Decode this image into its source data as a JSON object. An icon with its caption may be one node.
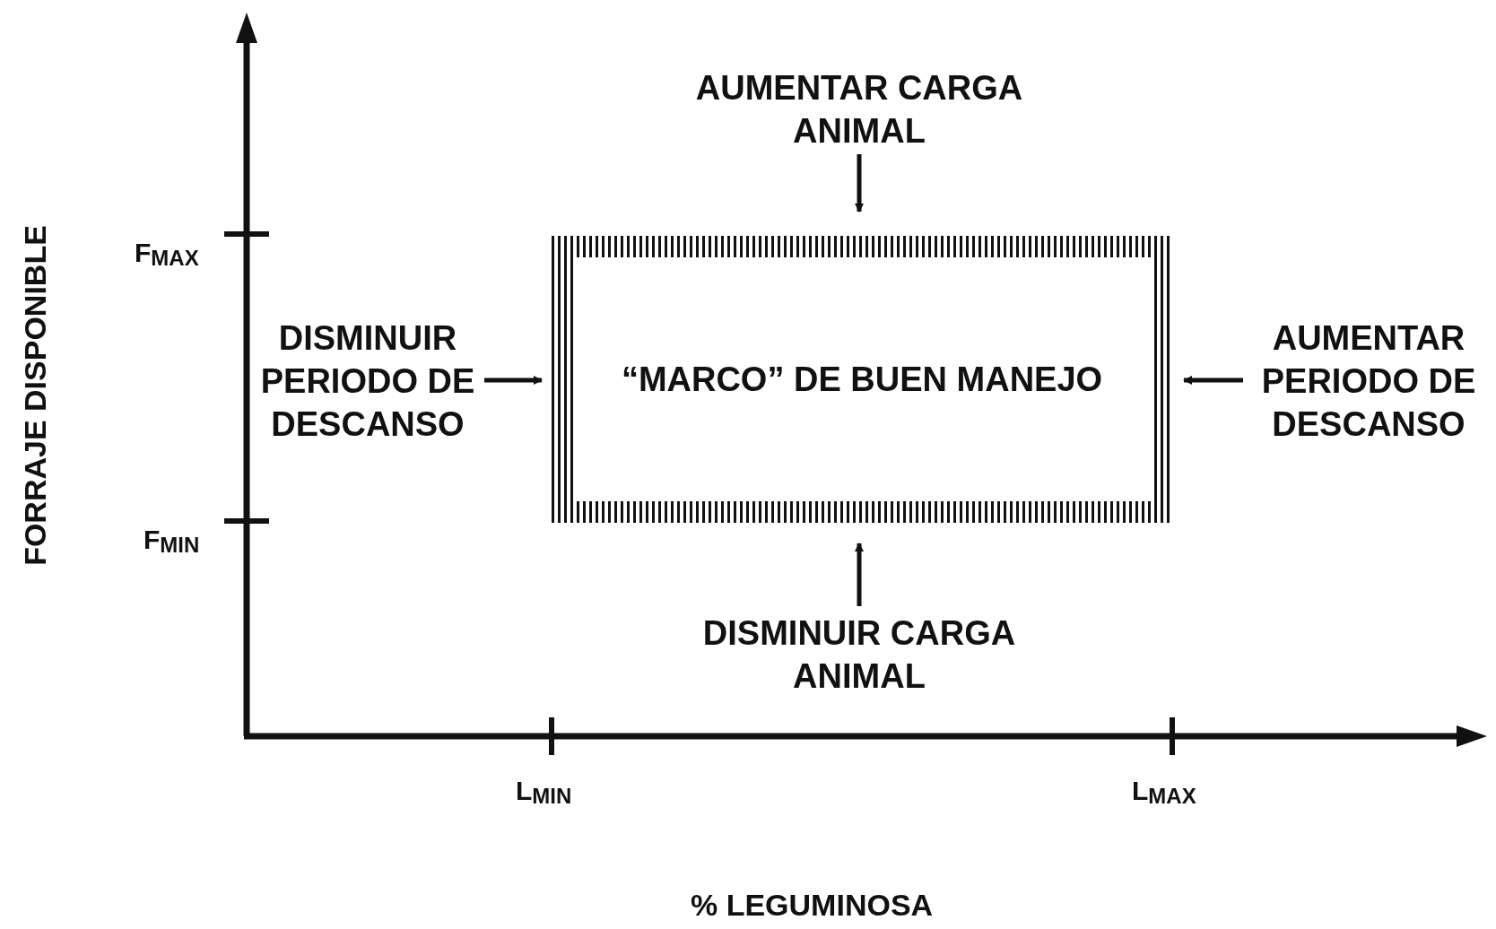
{
  "diagram": {
    "nodes": [
      {
        "text": [
          "“MARCO” DE BUEN MANEJO"
        ]
      },
      {
        "text": [
          "AUMENTAR CARGA ANIMAL"
        ]
      },
      {
        "text": [
          "DISMINUIR CARGA ANIMAL"
        ]
      },
      {
        "text": [
          "DISMINUIR PERIODO DE DESCANSO"
        ]
      },
      {
        "text": [
          "AUMENTAR PERIODO DE DESCANSO"
        ]
      }
    ],
    "edges": [
      {
        "from": 1,
        "to": 0,
        "arrow": "to"
      },
      {
        "from": 2,
        "to": 0,
        "arrow": "to"
      },
      {
        "from": 3,
        "to": 0,
        "arrow": "to"
      },
      {
        "from": 4,
        "to": 0,
        "arrow": "to"
      }
    ],
    "labels": [
      "FORRAJE DISPONIBLE",
      "F$_{MAX}$",
      "F$_{MIN}$",
      "L$_{MIN}$",
      "L$_{MAX}$",
      "% LEGUMINOSA"
    ]
  }
}
